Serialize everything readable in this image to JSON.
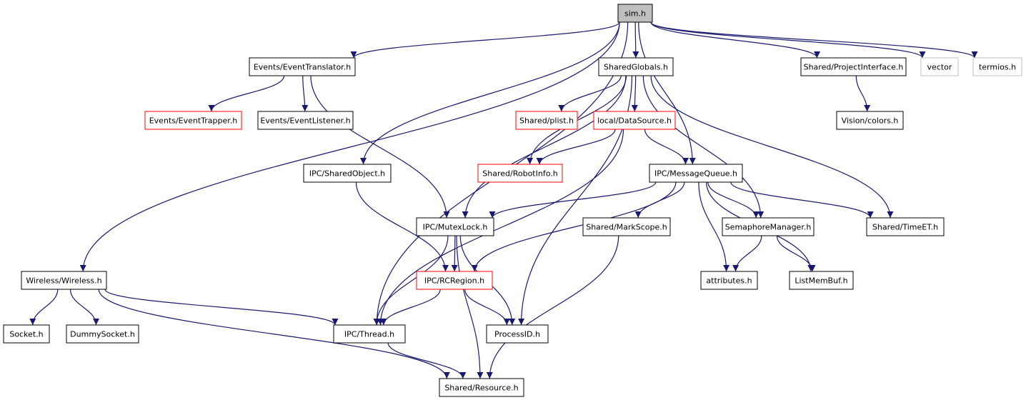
{
  "graph": {
    "nodes": [
      {
        "id": "sim",
        "label": "sim.h",
        "style": "root"
      },
      {
        "id": "evtrans",
        "label": "Events/EventTranslator.h",
        "style": "normal"
      },
      {
        "id": "sharedglobals",
        "label": "SharedGlobals.h",
        "style": "normal"
      },
      {
        "id": "projiface",
        "label": "Shared/ProjectInterface.h",
        "style": "normal"
      },
      {
        "id": "vector",
        "label": "vector",
        "style": "external"
      },
      {
        "id": "termios",
        "label": "termios.h",
        "style": "external"
      },
      {
        "id": "evtrapper",
        "label": "Events/EventTrapper.h",
        "style": "truncated"
      },
      {
        "id": "evlistener",
        "label": "Events/EventListener.h",
        "style": "normal"
      },
      {
        "id": "plist",
        "label": "Shared/plist.h",
        "style": "truncated"
      },
      {
        "id": "datasource",
        "label": "local/DataSource.h",
        "style": "truncated"
      },
      {
        "id": "colors",
        "label": "Vision/colors.h",
        "style": "normal"
      },
      {
        "id": "sharedobject",
        "label": "IPC/SharedObject.h",
        "style": "normal"
      },
      {
        "id": "robotinfo",
        "label": "Shared/RobotInfo.h",
        "style": "truncated"
      },
      {
        "id": "msgqueue",
        "label": "IPC/MessageQueue.h",
        "style": "normal"
      },
      {
        "id": "mutexlock",
        "label": "IPC/MutexLock.h",
        "style": "normal"
      },
      {
        "id": "markscope",
        "label": "Shared/MarkScope.h",
        "style": "normal"
      },
      {
        "id": "semmgr",
        "label": "SemaphoreManager.h",
        "style": "normal"
      },
      {
        "id": "timeet",
        "label": "Shared/TimeET.h",
        "style": "normal"
      },
      {
        "id": "wireless",
        "label": "Wireless/Wireless.h",
        "style": "normal"
      },
      {
        "id": "rcregion",
        "label": "IPC/RCRegion.h",
        "style": "truncated"
      },
      {
        "id": "attributes",
        "label": "attributes.h",
        "style": "normal"
      },
      {
        "id": "listmembuf",
        "label": "ListMemBuf.h",
        "style": "normal"
      },
      {
        "id": "socket",
        "label": "Socket.h",
        "style": "normal"
      },
      {
        "id": "dummysocket",
        "label": "DummySocket.h",
        "style": "normal"
      },
      {
        "id": "thread",
        "label": "IPC/Thread.h",
        "style": "normal"
      },
      {
        "id": "processid",
        "label": "ProcessID.h",
        "style": "normal"
      },
      {
        "id": "resource",
        "label": "Shared/Resource.h",
        "style": "normal"
      }
    ],
    "edges": [
      [
        "sim",
        "evtrans"
      ],
      [
        "sim",
        "sharedglobals"
      ],
      [
        "sim",
        "projiface"
      ],
      [
        "sim",
        "vector"
      ],
      [
        "sim",
        "termios"
      ],
      [
        "sim",
        "sharedobject"
      ],
      [
        "sim",
        "msgqueue"
      ],
      [
        "sim",
        "wireless"
      ],
      [
        "sim",
        "thread"
      ],
      [
        "evtrans",
        "evtrapper"
      ],
      [
        "evtrans",
        "evlistener"
      ],
      [
        "evtrans",
        "mutexlock"
      ],
      [
        "sharedglobals",
        "plist"
      ],
      [
        "sharedglobals",
        "datasource"
      ],
      [
        "sharedglobals",
        "robotinfo"
      ],
      [
        "sharedglobals",
        "mutexlock"
      ],
      [
        "sharedglobals",
        "processid"
      ],
      [
        "sharedglobals",
        "semmgr"
      ],
      [
        "sharedglobals",
        "timeet"
      ],
      [
        "projiface",
        "colors"
      ],
      [
        "datasource",
        "robotinfo"
      ],
      [
        "datasource",
        "msgqueue"
      ],
      [
        "datasource",
        "thread"
      ],
      [
        "sharedobject",
        "rcregion"
      ],
      [
        "msgqueue",
        "mutexlock"
      ],
      [
        "msgqueue",
        "rcregion"
      ],
      [
        "msgqueue",
        "markscope"
      ],
      [
        "msgqueue",
        "semmgr"
      ],
      [
        "msgqueue",
        "timeet"
      ],
      [
        "msgqueue",
        "attributes"
      ],
      [
        "msgqueue",
        "listmembuf"
      ],
      [
        "mutexlock",
        "rcregion"
      ],
      [
        "mutexlock",
        "thread"
      ],
      [
        "mutexlock",
        "processid"
      ],
      [
        "mutexlock",
        "resource"
      ],
      [
        "markscope",
        "resource"
      ],
      [
        "semmgr",
        "attributes"
      ],
      [
        "semmgr",
        "listmembuf"
      ],
      [
        "wireless",
        "socket"
      ],
      [
        "wireless",
        "dummysocket"
      ],
      [
        "wireless",
        "thread"
      ],
      [
        "wireless",
        "resource"
      ],
      [
        "rcregion",
        "thread"
      ],
      [
        "rcregion",
        "processid"
      ],
      [
        "thread",
        "resource"
      ]
    ]
  },
  "colors": {
    "edge": "#191970",
    "root_fill": "#bfbfbf",
    "box_border": "#000000",
    "truncated_border": "#ff0000",
    "external_border": "#bfbfbf",
    "text": "#000000",
    "background": "#ffffff"
  }
}
